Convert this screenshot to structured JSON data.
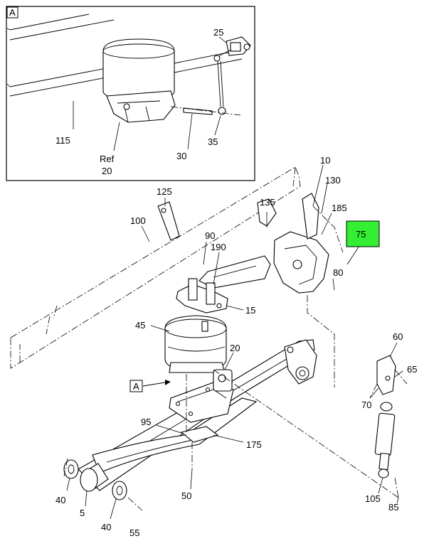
{
  "inset_label": "A",
  "view_marker_label": "A",
  "highlight_color": "#33ee33",
  "callouts": {
    "c10": "10",
    "c130": "130",
    "c135": "135",
    "c185": "185",
    "c75": "75",
    "c80": "80",
    "c100": "100",
    "c125": "125",
    "c90": "90",
    "c190": "190",
    "c15": "15",
    "c45": "45",
    "c20": "20",
    "c60": "60",
    "c65": "65",
    "c70": "70",
    "c95": "95",
    "c175": "175",
    "c40a": "40",
    "c5": "5",
    "c40b": "40",
    "c55": "55",
    "c50": "50",
    "c105": "105",
    "c85": "85",
    "c25": "25",
    "c115": "115",
    "c_ref": "Ref",
    "c20_inset": "20",
    "c30": "30",
    "c35": "35"
  }
}
